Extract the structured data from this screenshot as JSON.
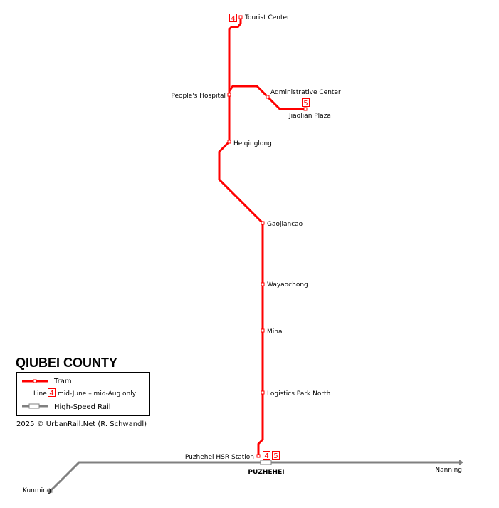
{
  "title": "QIUBEI COUNTY",
  "colors": {
    "tram": "#ff0000",
    "hsr": "#808080"
  },
  "stations": {
    "tourist_center": "Tourist Center",
    "peoples_hospital": "People's Hospital",
    "administrative_center": "Administrative Center",
    "jiaolian_plaza": "Jiaolian Plaza",
    "heiqinglong": "Heiqinglong",
    "gaojiancao": "Gaojiancao",
    "wayaochong": "Wayaochong",
    "mina": "Mina",
    "logistics_park_north": "Logistics Park North",
    "puzhehei_hsr": "Puzhehei HSR Station"
  },
  "lines": {
    "line4": "4",
    "line5": "5"
  },
  "hsr": {
    "station": "PUZHEHEI",
    "west": "Kunming",
    "east": "Nanning"
  },
  "legend": {
    "tram": "Tram",
    "line_prefix": "Line",
    "line_number": "4",
    "seasonal": "mid-June – mid-Aug only",
    "hsr": "High-Speed Rail"
  },
  "copyright": "2025 © UrbanRail.Net (R. Schwandl)"
}
